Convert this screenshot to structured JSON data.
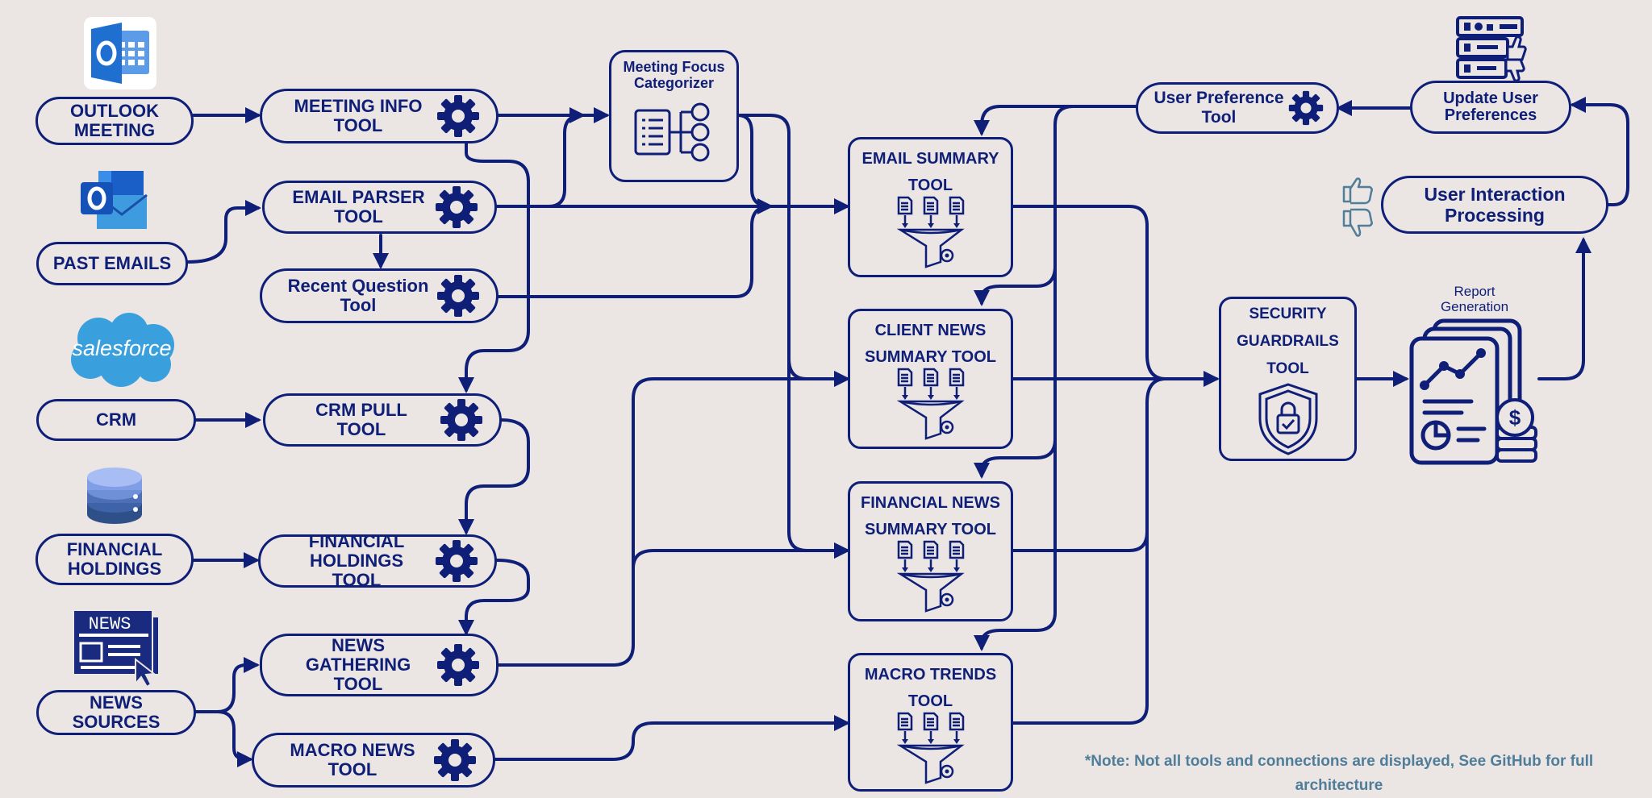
{
  "colors": {
    "ink": "#0f1f78",
    "background": "#ebe6e3",
    "note": "#4f7d9a",
    "outlook_blue": "#1f6fd1",
    "salesforce_blue": "#3aa0dd",
    "db_blue": "#4d6fb8"
  },
  "sources": {
    "outlook": {
      "label": "OUTLOOK\nMEETING",
      "icon": "outlook-calendar-icon"
    },
    "emails": {
      "label": "PAST EMAILS",
      "icon": "outlook-mail-icon"
    },
    "crm": {
      "label": "CRM",
      "icon": "salesforce-cloud-icon",
      "logo_text": "salesforce"
    },
    "holdings": {
      "label": "FINANCIAL\nHOLDINGS",
      "icon": "database-icon"
    },
    "news": {
      "label": "NEWS\nSOURCES",
      "icon": "newspaper-icon",
      "logo_text": "NEWS"
    }
  },
  "tools": {
    "meeting_info": "MEETING INFO\nTOOL",
    "email_parser": "EMAIL PARSER\nTOOL",
    "recent_question": "Recent Question\nTool",
    "crm_pull": "CRM PULL\nTOOL",
    "financial_holdings": "FINANCIAL\nHOLDINGS TOOL",
    "news_gathering": "NEWS\nGATHERING TOOL",
    "macro_news": "MACRO NEWS\nTOOL"
  },
  "categorizer": {
    "label": "Meeting Focus\nCategorizer"
  },
  "summaries": {
    "email": "EMAIL SUMMARY\nTOOL",
    "client_news": "CLIENT NEWS\nSUMMARY  TOOL",
    "financial_news": "FINANCIAL NEWS\nSUMMARY  TOOL",
    "macro_trends": "MACRO TRENDS\nTOOL"
  },
  "security": {
    "label": "SECURITY\nGUARDRAILS\nTOOL"
  },
  "report": {
    "label": "Report\nGeneration"
  },
  "preferences": {
    "user_pref": "User Preference\nTool",
    "update": "Update User\nPreferences",
    "interaction": "User Interaction\nProcessing"
  },
  "note": "*Note: Not all tools and connections are displayed, See GitHub for full architecture"
}
